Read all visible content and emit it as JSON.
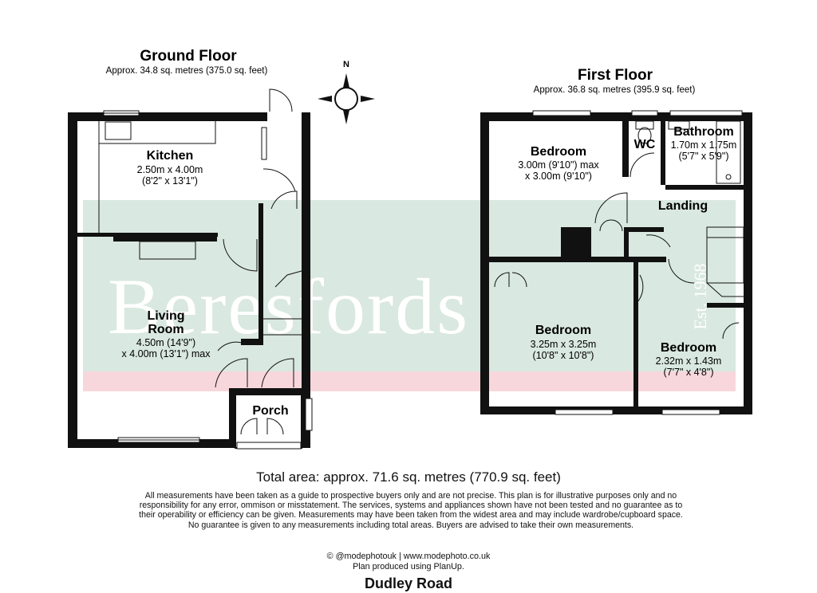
{
  "ground_floor": {
    "title": "Ground Floor",
    "area": "Approx. 34.8 sq. metres (375.0 sq. feet)",
    "rooms": [
      {
        "name": "Kitchen",
        "dims": [
          "2.50m x 4.00m",
          "(8'2\" x 13'1\")"
        ]
      },
      {
        "name_lines": [
          "Living",
          "Room"
        ],
        "dims": [
          "4.50m (14'9\")",
          "x 4.00m (13'1\") max"
        ]
      },
      {
        "name": "Porch",
        "dims": []
      }
    ]
  },
  "first_floor": {
    "title": "First Floor",
    "area": "Approx. 36.8 sq. metres (395.9 sq. feet)",
    "rooms": [
      {
        "name": "Bedroom",
        "dims": [
          "3.00m (9'10\") max",
          "x 3.00m (9'10\")"
        ]
      },
      {
        "name": "WC",
        "dims": []
      },
      {
        "name": "Bathroom",
        "dims": [
          "1.70m x 1.75m",
          "(5'7\" x 5'9\")"
        ]
      },
      {
        "name": "Landing",
        "dims": []
      },
      {
        "name": "Bedroom",
        "dims": [
          "3.25m x 3.25m",
          "(10'8\" x 10'8\")"
        ]
      },
      {
        "name": "Bedroom",
        "dims": [
          "2.32m x 1.43m",
          "(7'7\" x 4'8\")"
        ]
      }
    ]
  },
  "compass": {
    "label": "N",
    "icon": "compass-rose-icon"
  },
  "watermark": {
    "text": "Beresfords",
    "est": "Est. 1968",
    "green": "#d9e8e0",
    "pink": "#f8d7dc"
  },
  "footer": {
    "total": "Total area: approx. 71.6 sq. metres (770.9 sq. feet)",
    "disclaimer": "All measurements have been taken as a guide to prospective buyers only and are not precise. This plan is for illustrative purposes only and no responsibility for any error, ommison or misstatement. The services, systems and appliances shown have not been tested and no guarantee as to their operability or efficiency can be given. Measurements may have been taken from the widest area and may include wardrobe/cupboard space. No guarantee is given to any measurements including total areas. Buyers are advised to take their own measurements.",
    "credit": "© @modephotouk | www.modephoto.co.uk",
    "produced": "Plan produced using PlanUp.",
    "address": "Dudley Road"
  }
}
